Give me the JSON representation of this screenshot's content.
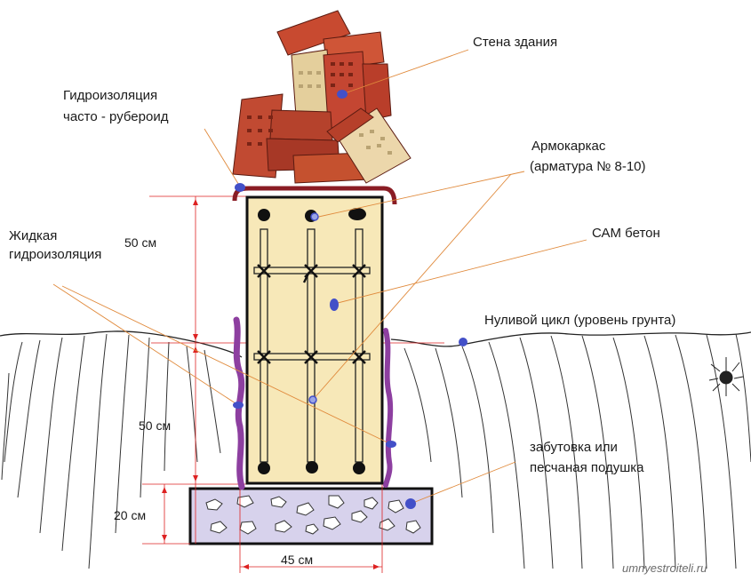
{
  "labels": {
    "wall": "Стена здания",
    "waterproofing_roof_1": "Гидроизоляция",
    "waterproofing_roof_2": "часто - рубероид",
    "rebar_cage_1": "Армокаркас",
    "rebar_cage_2": "(арматура № 8-10)",
    "concrete": "САМ бетон",
    "liquid_waterproofing_1": "Жидкая",
    "liquid_waterproofing_2": "гидроизоляция",
    "zero_cycle": "Нуливой цикл  (уровень грунта)",
    "backfill_1": "забутовка или",
    "backfill_2": "песчаная подушка"
  },
  "dimensions": {
    "upper_height": "50 см",
    "lower_height": "50 см",
    "cushion_height": "20 см",
    "width": "45 см"
  },
  "watermark": "umnyestroiteli.ru",
  "colors": {
    "concrete_fill": "#f7e8b8",
    "leader_line": "#e08a3c",
    "marker": "#4350c8",
    "brick": "#c0432a",
    "roofing_strip": "#8a1c24",
    "liquid_waterproofing": "#8d3fa0",
    "cushion_fill": "#d7d2ec"
  }
}
